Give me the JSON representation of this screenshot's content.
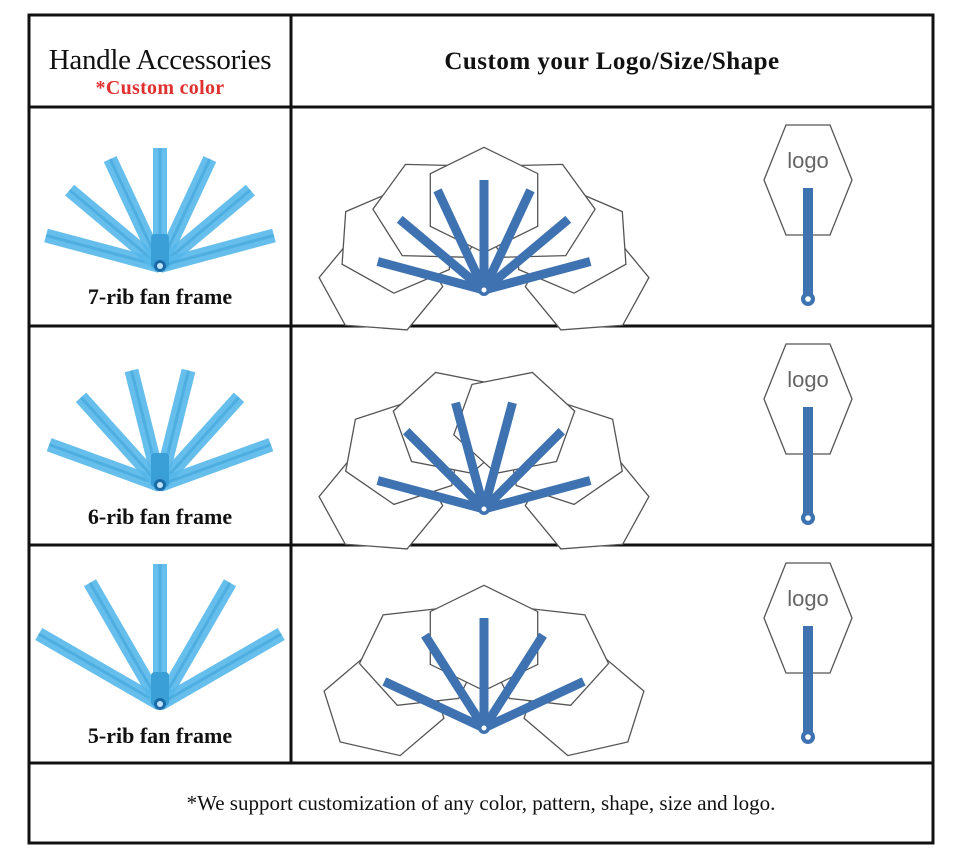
{
  "header": {
    "left_title": "Handle Accessories",
    "left_subtitle": "*Custom color",
    "right_title": "Custom your Logo/Size/Shape"
  },
  "rows": [
    {
      "label": "7-rib fan frame",
      "ribs": 7,
      "logo_text": "logo"
    },
    {
      "label": "6-rib fan frame",
      "ribs": 6,
      "logo_text": "logo"
    },
    {
      "label": "5-rib fan frame",
      "ribs": 5,
      "logo_text": "logo"
    }
  ],
  "footer": "*We support customization of any color, pattern, shape, size and logo.",
  "colors": {
    "rib_blue": "#55b8ea",
    "rib_blue_dark": "#3a9fd6",
    "diagram_blue": "#3f72b0",
    "outline": "#555555",
    "accent_red": "#e03030",
    "border": "#111111"
  }
}
